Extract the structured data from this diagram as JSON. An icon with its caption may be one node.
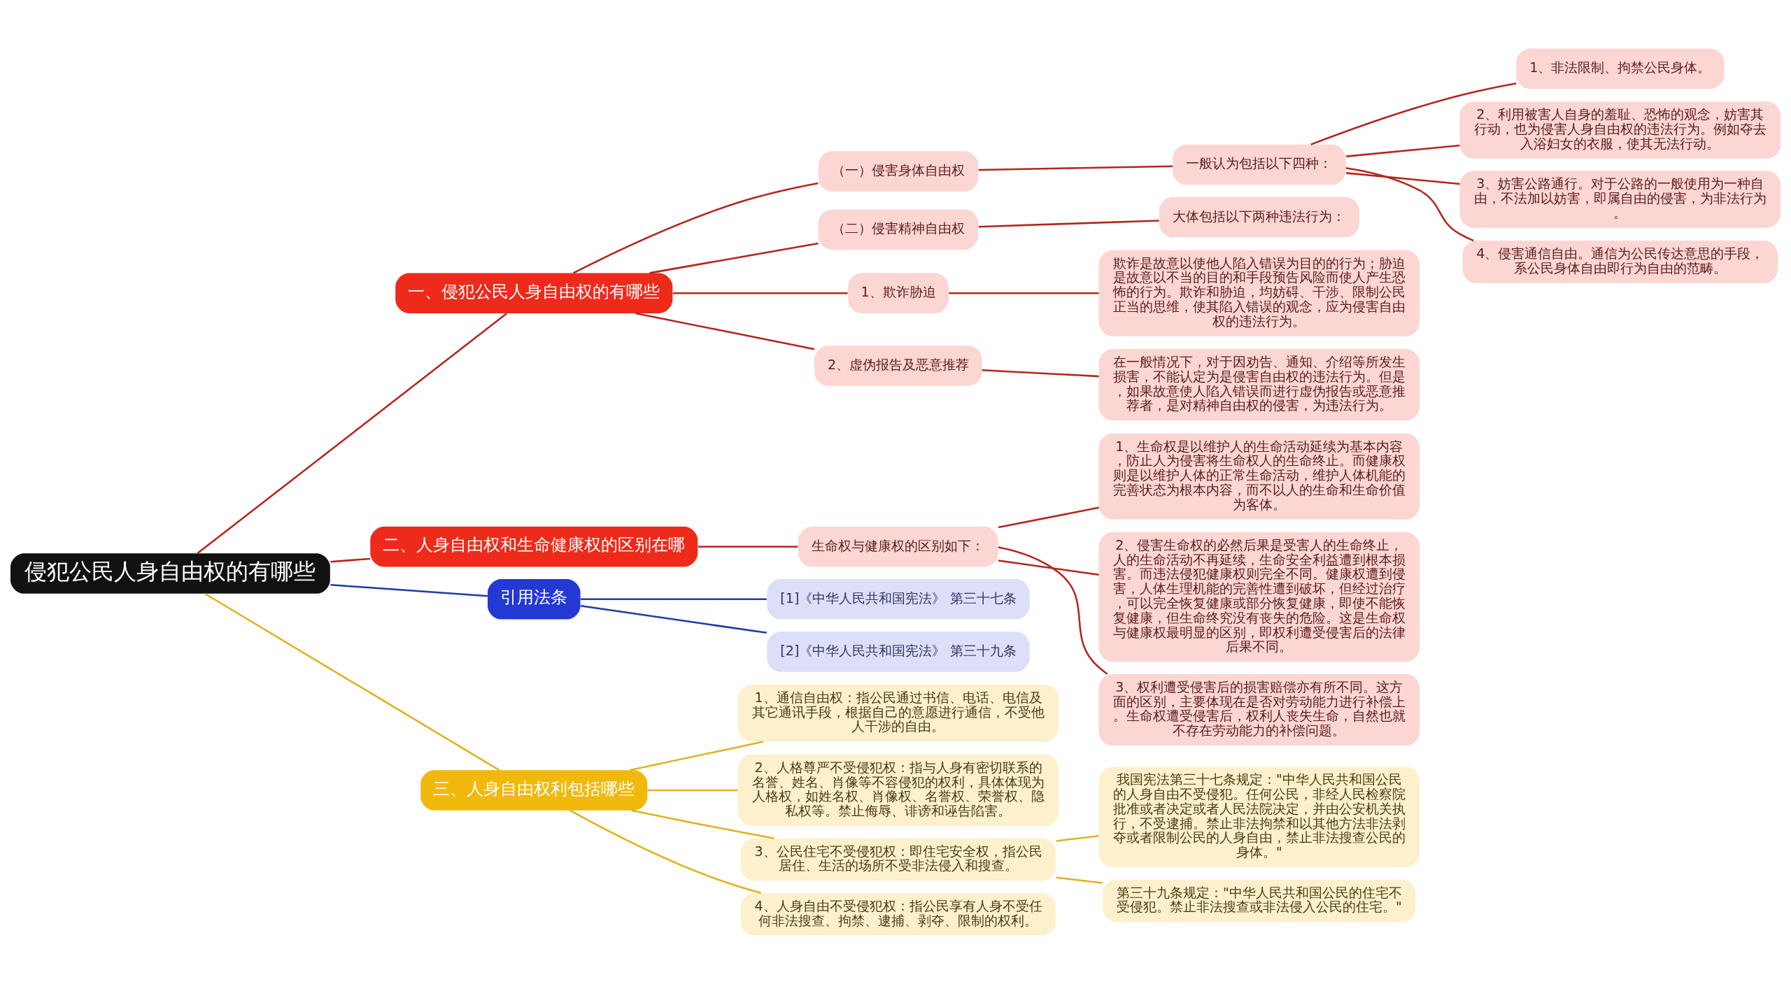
{
  "diagram": {
    "nodes": [
      {
        "text": [
          "侵犯公民人身自由权的有哪些"
        ]
      },
      {
        "text": [
          "一、侵犯公民人身自由权的有哪些"
        ]
      },
      {
        "text": [
          "（一）侵害身体自由权"
        ]
      },
      {
        "text": [
          "一般认为包括以下四种："
        ]
      },
      {
        "text": [
          "1、非法限制、拘禁公民身体。"
        ]
      },
      {
        "text": [
          "2、利用被害人自身的羞耻、恐怖的观念，妨害其行动，也为侵害人身自由权的违法行为。例如夺去入浴妇女的衣服，使其无法行动。"
        ]
      },
      {
        "text": [
          "3、妨害公路通行。对于公路的一般使用为一种自由，不法加以妨害，即属自由的侵害，为非法行为。"
        ]
      },
      {
        "text": [
          "4、侵害通信自由。通信为公民传达意思的手段，系公民身体自由即行为自由的范畴。"
        ]
      },
      {
        "text": [
          "（二）侵害精神自由权"
        ]
      },
      {
        "text": [
          "大体包括以下两种违法行为："
        ]
      },
      {
        "text": [
          "1、欺诈胁迫"
        ]
      },
      {
        "text": [
          "欺诈是故意以使他人陷入错误为目的的行为；胁迫是故意以不当的目的和手段预告风险而使人产生恐怖的行为。欺诈和胁迫，均妨碍、干涉、限制公民正当的思维，使其陷入错误的观念，应为侵害自由权的违法行为。"
        ]
      },
      {
        "text": [
          "2、虚伪报告及恶意推荐"
        ]
      },
      {
        "text": [
          "在一般情况下，对于因劝告、通知、介绍等所发生损害，不能认定为是侵害自由权的违法行为。但是，如果故意使人陷入错误而进行虚伪报告或恶意推荐者，是对精神自由权的侵害，为违法行为。"
        ]
      },
      {
        "text": [
          "二、人身自由权和生命健康权的区别在哪"
        ]
      },
      {
        "text": [
          "生命权与健康权的区别如下："
        ]
      },
      {
        "text": [
          "1、生命权是以维护人的生命活动延续为基本内容，防止人为侵害将生命权人的生命终止。而健康权则是以维护人体的正常生命活动，维护人体机能的完善状态为根本内容，而不以人的生命和生命价值为客体。"
        ]
      },
      {
        "text": [
          "2、侵害生命权的必然后果是受害人的生命终止，人的生命活动不再延续，生命安全利益遭到根本损害。而违法侵犯健康权则完全不同。健康权遭到侵害，人体生理机能的完善性遭到破坏，但经过治疗，可以完全恢复健康或部分恢复健康，即使不能恢复健康，但生命终究没有丧失的危险。这是生命权与健康权最明显的区别，即权利遭受侵害后的法律后果不同。"
        ]
      },
      {
        "text": [
          "3、权利遭受侵害后的损害赔偿亦有所不同。这方面的区别，主要体现在是否对劳动能力进行补偿上。生命权遭受侵害后，权利人丧失生命，自然也就不存在劳动能力的补偿问题。"
        ]
      },
      {
        "text": [
          "引用法条"
        ]
      },
      {
        "text": [
          "[1]《中华人民共和国宪法》 第三十七条"
        ]
      },
      {
        "text": [
          "[2]《中华人民共和国宪法》 第三十九条"
        ]
      },
      {
        "text": [
          "三、人身自由权利包括哪些"
        ]
      },
      {
        "text": [
          "1、通信自由权：指公民通过书信、电话、电信及其它通讯手段，根据自己的意愿进行通信，不受他人干涉的自由。"
        ]
      },
      {
        "text": [
          "2、人格尊严不受侵犯权：指与人身有密切联系的名誉、姓名、肖像等不容侵犯的权利，具体体现为人格权，如姓名权、肖像权、名誉权、荣誉权、隐私权等。禁止侮辱、诽谤和诬告陷害。"
        ]
      },
      {
        "text": [
          "3、公民住宅不受侵犯权：即住宅安全权，指公民居住、生活的场所不受非法侵入和搜查。"
        ]
      },
      {
        "text": [
          "我国宪法第三十七条规定：\"中华人民共和国公民的人身自由不受侵犯。任何公民，非经人民检察院批准或者决定或者人民法院决定，并由公安机关执行，不受逮捕。禁止非法拘禁和以其他方法非法剥夺或者限制公民的人身自由，禁止非法搜查公民的身体。\""
        ]
      },
      {
        "text": [
          "第三十九条规定：\"中华人民共和国公民的住宅不受侵犯。禁止非法搜查或非法侵入公民的住宅。\""
        ]
      },
      {
        "text": [
          "4、人身自由不受侵犯权：指公民享有人身不受任何非法搜查、拘禁、逮捕、剥夺、限制的权利。"
        ]
      }
    ],
    "edges": [
      {
        "from": 0,
        "to": 1,
        "arrow": "none"
      },
      {
        "from": 1,
        "to": 2,
        "arrow": "none"
      },
      {
        "from": 2,
        "to": 3,
        "arrow": "none"
      },
      {
        "from": 3,
        "to": 4,
        "arrow": "none"
      },
      {
        "from": 3,
        "to": 5,
        "arrow": "none"
      },
      {
        "from": 3,
        "to": 6,
        "arrow": "none"
      },
      {
        "from": 3,
        "to": 7,
        "arrow": "none"
      },
      {
        "from": 1,
        "to": 8,
        "arrow": "none"
      },
      {
        "from": 8,
        "to": 9,
        "arrow": "none"
      },
      {
        "from": 1,
        "to": 10,
        "arrow": "none"
      },
      {
        "from": 10,
        "to": 11,
        "arrow": "none"
      },
      {
        "from": 1,
        "to": 12,
        "arrow": "none"
      },
      {
        "from": 12,
        "to": 13,
        "arrow": "none"
      },
      {
        "from": 0,
        "to": 14,
        "arrow": "none"
      },
      {
        "from": 14,
        "to": 15,
        "arrow": "none"
      },
      {
        "from": 15,
        "to": 16,
        "arrow": "none"
      },
      {
        "from": 15,
        "to": 17,
        "arrow": "none"
      },
      {
        "from": 15,
        "to": 18,
        "arrow": "none"
      },
      {
        "from": 0,
        "to": 19,
        "arrow": "none",
        "color": "#1f3aa8"
      },
      {
        "from": 19,
        "to": 20,
        "arrow": "none",
        "color": "#1f3aa8"
      },
      {
        "from": 19,
        "to": 21,
        "arrow": "none",
        "color": "#1f3aa8"
      },
      {
        "from": 0,
        "to": 22,
        "arrow": "none",
        "color": "#e0b21c"
      },
      {
        "from": 22,
        "to": 23,
        "arrow": "none",
        "color": "#e0b21c"
      },
      {
        "from": 22,
        "to": 24,
        "arrow": "none",
        "color": "#e0b21c"
      },
      {
        "from": 22,
        "to": 25,
        "arrow": "none",
        "color": "#e0b21c"
      },
      {
        "from": 25,
        "to": 26,
        "arrow": "none",
        "color": "#e0b21c"
      },
      {
        "from": 25,
        "to": 27,
        "arrow": "none",
        "color": "#e0b21c"
      },
      {
        "from": 22,
        "to": 28,
        "arrow": "none",
        "color": "#e0b21c"
      }
    ]
  }
}
